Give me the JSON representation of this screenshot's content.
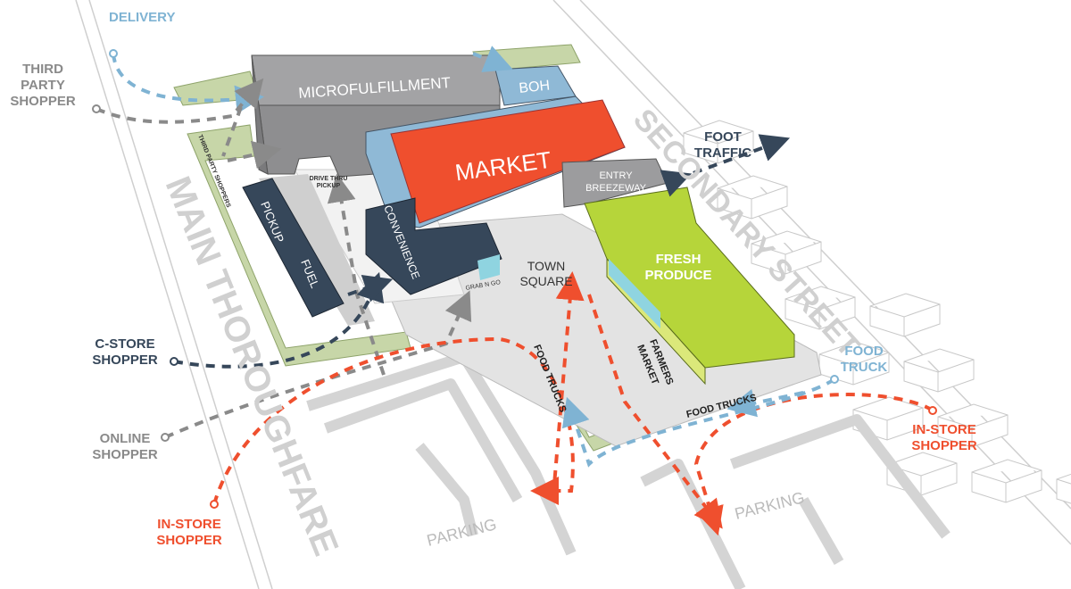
{
  "colors": {
    "market": "#ef4f2e",
    "boh": "#8fb9d6",
    "microfulfillment": "#9c9c9e",
    "convenience": "#36475a",
    "fresh_produce": "#b6d53a",
    "landscape": "#c7d6a8",
    "plaza": "#e3e3e3",
    "delivery_flow": "#7fb3d3",
    "third_party_flow": "#8a8a8a",
    "c_store_flow": "#36475a",
    "in_store_flow": "#ef4f2e"
  },
  "buildings": {
    "microfulfillment": "MICROFULFILLMENT",
    "boh": "BOH",
    "market": "MARKET",
    "entry_breezeway": [
      "ENTRY",
      "BREEZEWAY"
    ],
    "fresh_produce": [
      "FRESH",
      "PRODUCE"
    ],
    "convenience": "CONVENIENCE",
    "pickup": "PICKUP",
    "fuel": "FUEL"
  },
  "areas": {
    "third_party_shoppers": "THIRD PARTY SHOPPERS",
    "drive_thru_pickup": [
      "DRIVE THRU",
      "PICKUP"
    ],
    "grab_n_go": "GRAB N GO",
    "town_square": [
      "TOWN",
      "SQUARE"
    ],
    "food_trucks_left": "FOOD TRUCKS",
    "food_trucks_bottom": "FOOD TRUCKS",
    "farmers_market": [
      "FARMERS",
      "MARKET"
    ],
    "parking_left": "PARKING",
    "parking_right": "PARKING"
  },
  "streets": {
    "main": "MAIN THOROUGHFARE",
    "secondary": "SECONDARY STREET"
  },
  "flows": {
    "delivery": "DELIVERY",
    "third_party_shopper": [
      "THIRD",
      "PARTY",
      "SHOPPER"
    ],
    "foot_traffic": [
      "FOOT",
      "TRAFFIC"
    ],
    "c_store_shopper": [
      "C-STORE",
      "SHOPPER"
    ],
    "online_shopper": [
      "ONLINE",
      "SHOPPER"
    ],
    "in_store_shopper_left": [
      "IN-STORE",
      "SHOPPER"
    ],
    "in_store_shopper_right": [
      "IN-STORE",
      "SHOPPER"
    ],
    "food_truck": [
      "FOOD",
      "TRUCK"
    ]
  }
}
